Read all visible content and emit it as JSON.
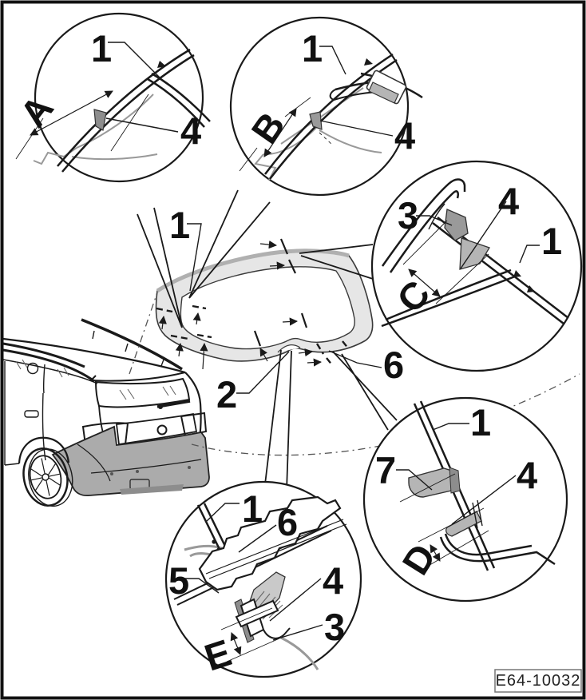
{
  "drawing_code": "E64-10032",
  "parts": {
    "p1": "1",
    "p2": "2",
    "p3": "3",
    "p4": "4",
    "p5": "5",
    "p6": "6",
    "p7": "7"
  },
  "dimensions": {
    "a": "A",
    "b": "B",
    "c": "C",
    "d": "D",
    "e": "E"
  },
  "colors": {
    "line": "#1a1a1a",
    "glass_band": "#e6e6e6",
    "band_edge": "#b0b0b0",
    "clip_fill": "#b5b5b5",
    "clip_dark": "#8d8d8d",
    "bumper": "#ababab",
    "gray_line": "#999999",
    "background": "#ffffff",
    "frame": "#111111"
  }
}
